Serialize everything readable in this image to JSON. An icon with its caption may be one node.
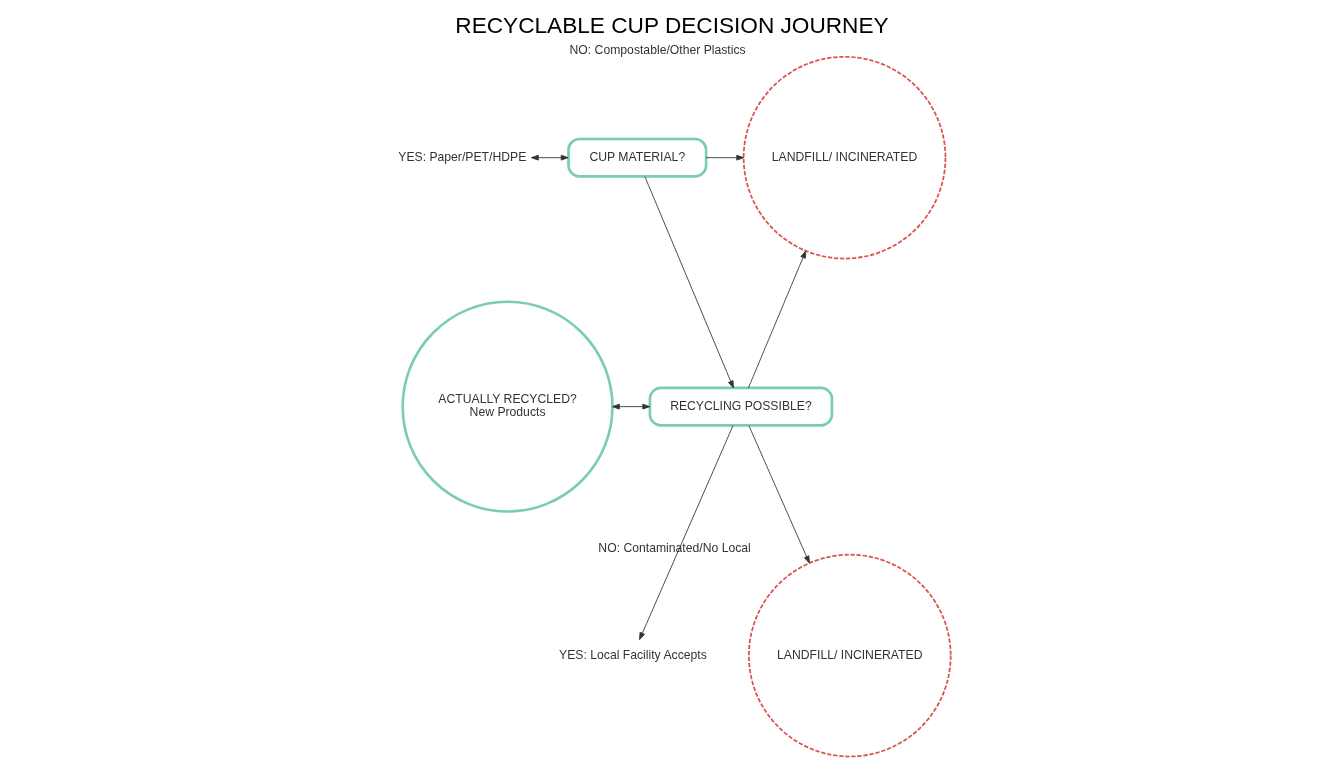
{
  "diagram": {
    "title": "RECYCLABLE CUP DECISION JOURNEY",
    "nodes": [
      {
        "text": [
          "CUP MATERIAL?"
        ]
      },
      {
        "text": [
          "LANDFILL/ INCINERATED"
        ],
        "beside": [
          "NO: Compostable/Other Plastics"
        ]
      },
      {
        "text": [
          "YES: Paper/PET/HDPE"
        ]
      },
      {
        "text": [
          "RECYCLING POSSIBLE?"
        ]
      },
      {
        "text": [
          "ACTUALLY RECYCLED?",
          "New Products"
        ]
      },
      {
        "text": [
          "YES: Local Facility Accepts"
        ]
      },
      {
        "text": [
          "LANDFILL/ INCINERATED"
        ],
        "beside": [
          "NO: Contaminated/No Local"
        ]
      }
    ],
    "edges": [
      {
        "from": 2,
        "to": 0,
        "arrow": "both"
      },
      {
        "from": 0,
        "to": 1,
        "arrow": "to"
      },
      {
        "from": 0,
        "to": 3,
        "arrow": "to"
      },
      {
        "from": 3,
        "to": 1,
        "arrow": "to"
      },
      {
        "from": 4,
        "to": 3,
        "arrow": "both"
      },
      {
        "from": 3,
        "to": 5,
        "arrow": "to"
      },
      {
        "from": 3,
        "to": 6,
        "arrow": "to"
      }
    ]
  }
}
